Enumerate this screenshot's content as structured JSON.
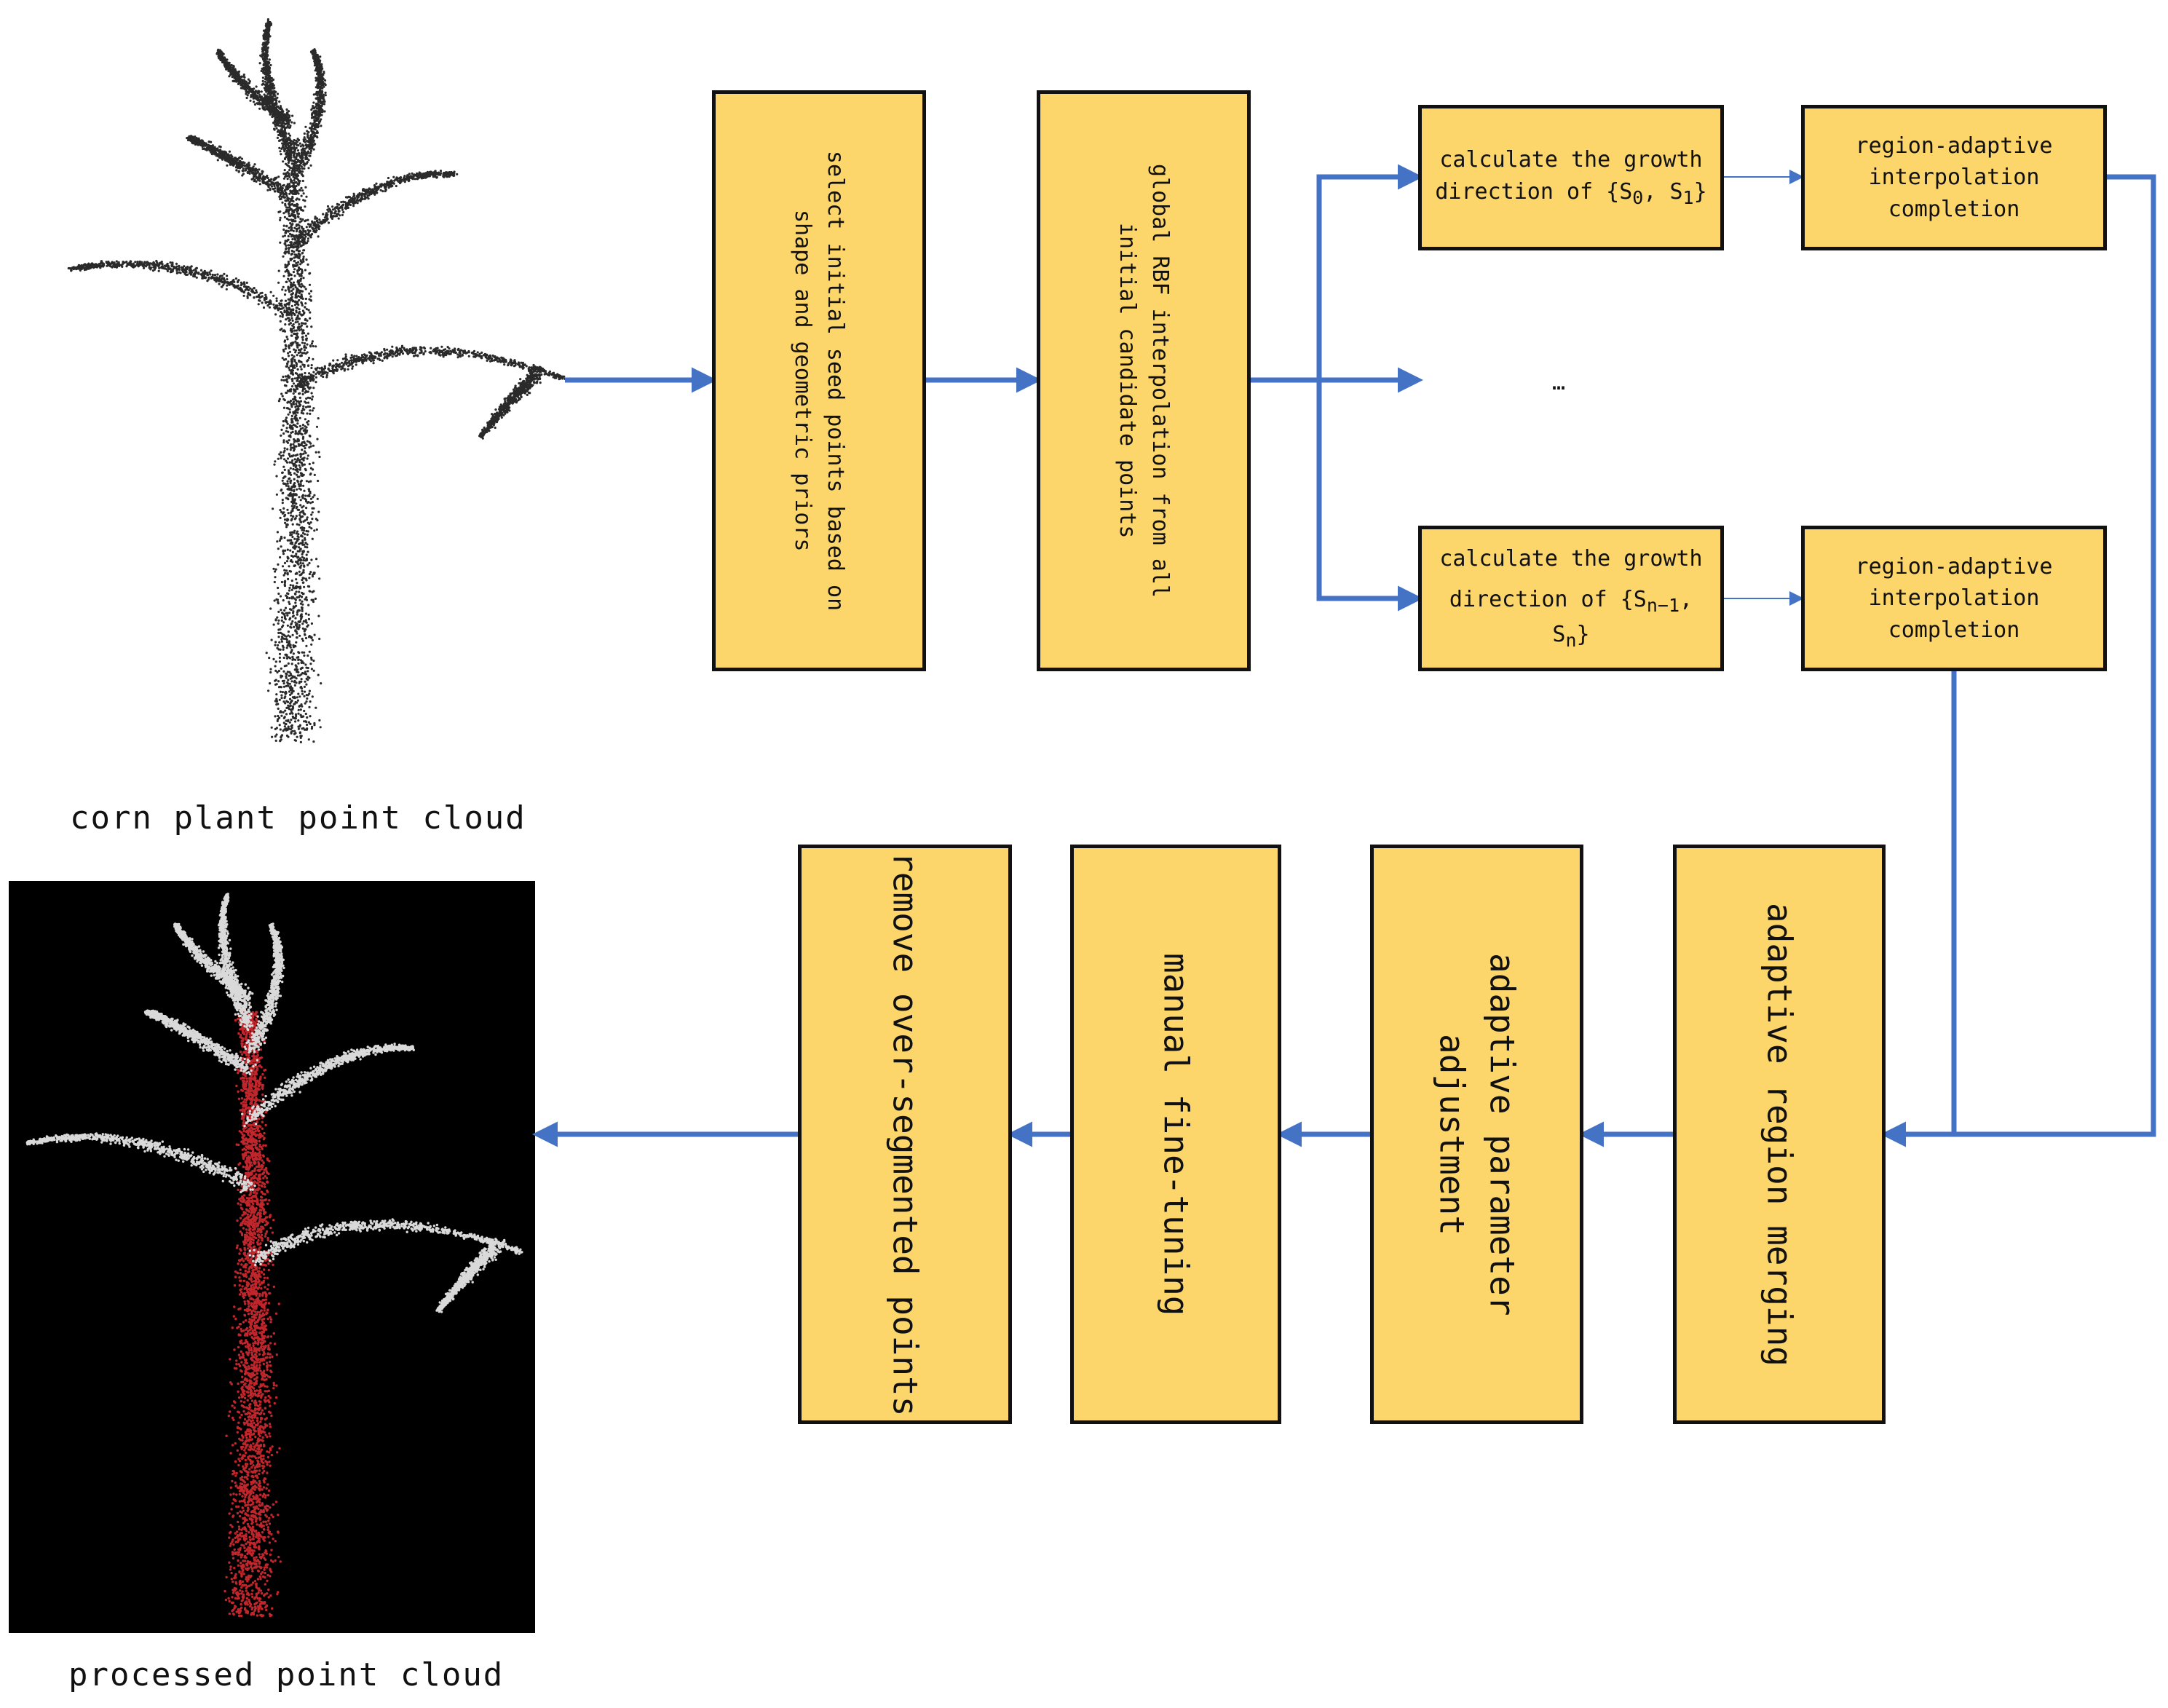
{
  "captions": {
    "top": "corn plant point cloud",
    "bottom": "processed point cloud"
  },
  "steps": {
    "select_seeds": "select initial seed points based on shape and geometric priors",
    "rbf": "global RBF interpolation from all initial candidate points",
    "growth_first": {
      "line1": "calculate the growth",
      "prefix": "direction of {S",
      "sub_a": "0",
      "sep": ", S",
      "sub_b": "1",
      "suffix": "}"
    },
    "growth_last": {
      "line1": "calculate the growth",
      "prefix": "direction of {S",
      "sub_a": "n−1",
      "sep": ", S",
      "sub_b": "n",
      "suffix": "}"
    },
    "ellipsis": "…",
    "completion_first": "region-adaptive interpolation completion",
    "completion_last": "region-adaptive interpolation completion",
    "merging": "adaptive region merging",
    "param": "adaptive parameter adjustment",
    "finetune": "manual fine-tuning",
    "remove": "remove over-segmented points"
  },
  "colors": {
    "box_fill": "#fdd66b",
    "arrow": "#4472c4",
    "plant_points": "#2a2a2a",
    "stem_highlight": "#c0262c",
    "processed_bg": "#000000"
  }
}
